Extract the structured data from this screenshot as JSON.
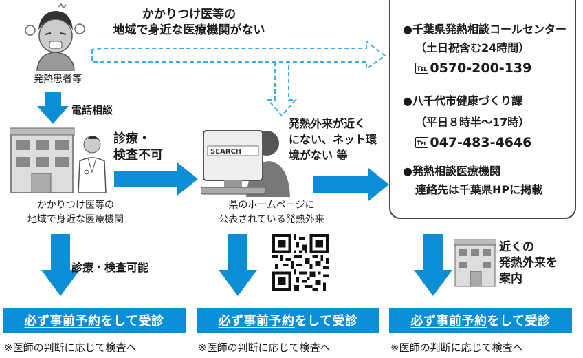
{
  "patient": {
    "label": "発熱患者等"
  },
  "no_local_clinic": {
    "line1": "かかりつけ医等の",
    "line2": "地域で身近な医療機関がない"
  },
  "phone_consult": "電話相談",
  "clinic": {
    "caption_line1": "かかりつけ医等の",
    "caption_line2": "地域で身近な医療機関"
  },
  "cannot_exam": {
    "line1": "診療・",
    "line2": "検査不可"
  },
  "website": {
    "screen_text": "SEARCH",
    "caption_line1": "県のホームページに",
    "caption_line2": "公表されている発熱外来"
  },
  "reason": {
    "line1": "発熱外来が近く",
    "line2": "にない、ネット環",
    "line3": "境がない 等"
  },
  "contacts": {
    "center": {
      "name": "●千葉県発熱相談コールセンター",
      "hours": "（土日祝含む24時間）",
      "tel_mark": "℡",
      "phone": "0570-200-139"
    },
    "city": {
      "name": "●八千代市健康づくり課",
      "hours": "（平日８時半～17時）",
      "tel_mark": "℡",
      "phone": "047-483-4646"
    },
    "institutions": {
      "name": "●発熱相談医療機関",
      "note": "連絡先は千葉県HPに掲載"
    }
  },
  "exam_possible": "診療・検査可能",
  "nearby": {
    "line1": "近くの",
    "line2": "発熱外来を",
    "line3": "案内"
  },
  "banner": {
    "underlined": "必ず事前予約",
    "rest": "をして受診"
  },
  "note": "※医師の判断に応じて検査へ",
  "colors": {
    "accent_blue": "#0a8fd6",
    "dashed_blue": "#3aaee6",
    "text": "#1a1a1a"
  }
}
